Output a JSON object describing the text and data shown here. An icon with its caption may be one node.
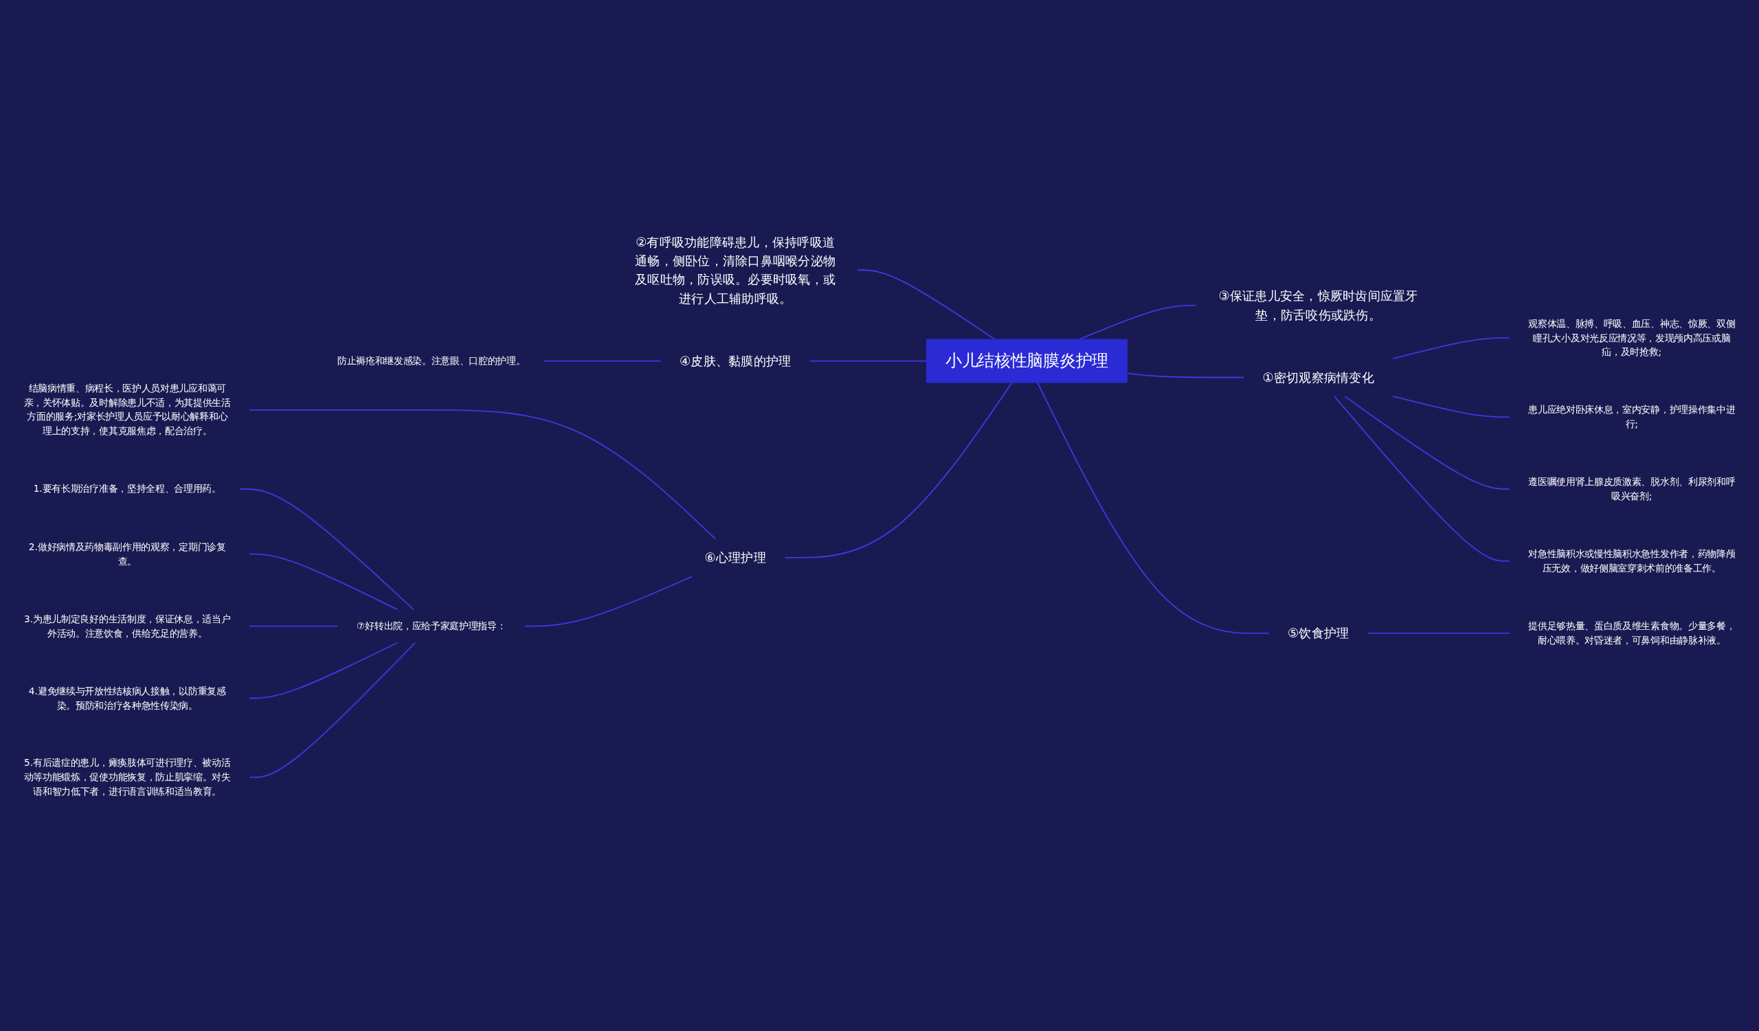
{
  "diagram": {
    "nodes": [
      {
        "text": [
          "小儿结核性脑膜炎护理"
        ]
      },
      {
        "text": [
          "①密切观察病情变化"
        ]
      },
      {
        "text": [
          "观察体温、脉搏、呼吸、血压、神志、惊厥、双侧瞳孔大小及对光反应情况等，发现颅内高压或脑疝，及时抢救;"
        ]
      },
      {
        "text": [
          "患儿应绝对卧床休息，室内安静，护理操作集中进行;"
        ]
      },
      {
        "text": [
          "遵医嘱使用肾上腺皮质激素、脱水剂、利尿剂和呼吸兴奋剂;"
        ]
      },
      {
        "text": [
          "对急性脑积水或慢性脑积水急性发作者，药物降颅压无效，做好侧脑室穿刺术前的准备工作。"
        ]
      },
      {
        "text": [
          "③保证患儿安全，惊厥时齿间应置牙垫，防舌咬伤或跌伤。"
        ]
      },
      {
        "text": [
          "⑤饮食护理"
        ]
      },
      {
        "text": [
          "提供足够热量、蛋白质及维生素食物。少量多餐，耐心喂养。对昏迷者，可鼻饲和由静脉补液。"
        ]
      },
      {
        "text": [
          "②有呼吸功能障碍患儿，保持呼吸道通畅，侧卧位，清除口鼻咽喉分泌物及呕吐物，防误吸。必要时吸氧，或进行人工辅助呼吸。"
        ]
      },
      {
        "text": [
          "④皮肤、黏膜的护理"
        ]
      },
      {
        "text": [
          "防止褥疮和继发感染。注意眼、口腔的护理。"
        ]
      },
      {
        "text": [
          "⑥心理护理"
        ]
      },
      {
        "text": [
          "结脑病情重、病程长，医护人员对患儿应和蔼可亲，关怀体贴。及时解除患儿不适，为其提供生活方面的服务;对家长护理人员应予以耐心解释和心理上的支持，使其克服焦虑，配合治疗。"
        ]
      },
      {
        "text": [
          "⑦好转出院，应给予家庭护理指导："
        ]
      },
      {
        "text": [
          "1.要有长期治疗准备，坚持全程、合理用药。"
        ]
      },
      {
        "text": [
          "2.做好病情及药物毒副作用的观察，定期门诊复查。"
        ]
      },
      {
        "text": [
          "3.为患儿制定良好的生活制度，保证休息，适当户外活动。注意饮食，供给充足的营养。"
        ]
      },
      {
        "text": [
          "4.避免继续与开放性结核病人接触，以防重复感染。预防和治疗各种急性传染病。"
        ]
      },
      {
        "text": [
          "5.有后遗症的患儿，瘫痪肢体可进行理疗、被动活动等功能锻炼，促使功能恢复，防止肌挛缩。对失语和智力低下者，进行语言训练和适当教育。"
        ]
      }
    ],
    "edges": [
      {
        "from": 0,
        "to": 1,
        "arrow": "none"
      },
      {
        "from": 1,
        "to": 2,
        "arrow": "none"
      },
      {
        "from": 1,
        "to": 3,
        "arrow": "none"
      },
      {
        "from": 1,
        "to": 4,
        "arrow": "none"
      },
      {
        "from": 1,
        "to": 5,
        "arrow": "none"
      },
      {
        "from": 0,
        "to": 6,
        "arrow": "none"
      },
      {
        "from": 0,
        "to": 7,
        "arrow": "none"
      },
      {
        "from": 7,
        "to": 8,
        "arrow": "none"
      },
      {
        "from": 0,
        "to": 9,
        "arrow": "none"
      },
      {
        "from": 0,
        "to": 10,
        "arrow": "none"
      },
      {
        "from": 10,
        "to": 11,
        "arrow": "none"
      },
      {
        "from": 0,
        "to": 12,
        "arrow": "none"
      },
      {
        "from": 12,
        "to": 13,
        "arrow": "none"
      },
      {
        "from": 12,
        "to": 14,
        "arrow": "none"
      },
      {
        "from": 14,
        "to": 15,
        "arrow": "none"
      },
      {
        "from": 14,
        "to": 16,
        "arrow": "none"
      },
      {
        "from": 14,
        "to": 17,
        "arrow": "none"
      },
      {
        "from": 14,
        "to": 18,
        "arrow": "none"
      },
      {
        "from": 14,
        "to": 19,
        "arrow": "none"
      }
    ]
  }
}
